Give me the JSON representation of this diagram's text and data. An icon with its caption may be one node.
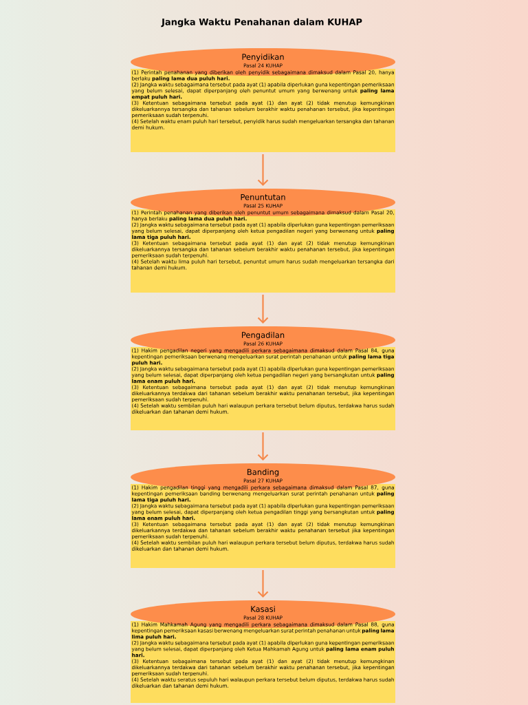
{
  "diagram": {
    "title": "Jangka Waktu Penahanan dalam KUHAP",
    "nodes": [
      {
        "text": [
          "Penyidikan",
          "Pasal 24 KUHAP",
          "(1) Perintah penahanan yang diberikan oleh penyidik sebagaimana dimaksud dalam Pasal 20, hanya berlaku **paling lama dua puluh hari.**",
          "(2) Jangka waktu sebagaimana tersebut pada ayat (1) apabila diperlukan guna kepentingan pemeriksaan yang belum selesai, dapat diperpanjang oleh penuntut umum yang berwenang untuk **paling lama empat puluh hari.**",
          "(3) Ketentuan sebagaimana tersebut pada ayat (1) dan ayat (2) tidak menutup kemungkinan dikeluarkannya tersangka dan tahanan sebelum berakhir waktu penahanan tersebut, jika kepentingan pemeriksaan sudah terpenuhi.",
          "(4) Setelah waktu enam puluh hari tersebut, penyidik harus sudah mengeluarkan tersangka dan tahanan demi hukum."
        ]
      },
      {
        "text": [
          "Penuntutan",
          "Pasal 25 KUHAP",
          "(1) Perintah penahanan yang diberikan oleh penuntut umum sebagaimana dimaksud dalam Pasal 20, hanya berlaku **paling lama dua puluh hari.**",
          "(2) Jangka waktu sebagaimana tersebut pada ayat (1) apabila diperlukan guna kepentingan pemeriksaan yang belum selesai, dapat diperpanjang oleh ketua pengadilan negeri yang berwenang untuk **paling lama tiga puluh hari.**",
          "(3) Ketentuan sebagaimana tersebut pada ayat (1) dan ayat (2) tidak menutup kemungkinan dikeluarkannya tersangka dan tahanan sebelum berakhir waktu penahanan tersebut, jika kepentingan pemeriksaan sudah terpenuhi.",
          "(4) Setelah waktu lima puluh hari tersebut, penuntut umum harus sudah mengeluarkan tersangka dari tahanan demi hukum."
        ]
      },
      {
        "text": [
          "Pengadilan",
          "Pasal 26 KUHAP",
          "(1) Hakim pengadilan negeri yang mengadili perkara sebagaimana dimaksud dalam Pasal 84, guna kepentingan pemeriksaan berwenang mengeluarkan surat perintah penahanan untuk **paling lama tiga puluh hari.**",
          "(2) Jangka waktu sebagaimana tersebut pada ayat (1) apabila diperlukan guna kepentingan pemeriksaan yang belum selesai, dapat diperpanjang oleh ketua pengadilan negeri yang bersangkutan untuk **paling lama enam puluh hari.**",
          "(3) Ketentuan sebagaimana tersebut pada ayat (1) dan ayat (2) tidak menutup kemungkinan dikeluarkannya terdakwa dari tahanan sebelum berakhir waktu penahanan tersebut, jika kepentingan pemeriksaan sudah terpenuhi.",
          "(4) Setelah waktu sembilan puluh hari walaupun perkara tersebut belum diputus, terdakwa harus sudah dikeluarkan dan tahanan demi hukum."
        ]
      },
      {
        "text": [
          "Banding",
          "Pasal 27 KUHAP",
          "(1) Hakim pengadilan tinggi yang mengadili perkara sebagaimana dimaksud dalam Pasal 87, guna kepentingan pemeriksaan banding berwenang mengeluarkan surat perintah penahanan untuk **paling lama tiga puluh hari.**",
          "(2) Jangka waktu sebagaimana tersebut pada ayat (1) apabila diperlukan guna kepentingan pemeriksaan yang belum selesai, dapat diperpanjang oleh ketua pengadilan tinggi yang bersangkutan untuk **paling lama enam puluh hari.**",
          "(3) Ketentuan sebagaimana tersebut pada ayat (1) dan ayat (2) tidak menutup kemungkinan dikeluarkannya terdakwa dan tahanan sebelum berakhir waktu penahanan tersebut jika kepentingan pemeriksaan sudah terpenuhi.",
          "(4) Setelah waktu sembilan puluh hari walaupun perkara tersebut belum diputus, terdakwa harus sudah dikeluarkan dan tahanan demi hukum."
        ]
      },
      {
        "text": [
          "Kasasi",
          "Pasal 28 KUHAP",
          "(1) Hakim Mahkamah Agung yang mengadili perkara sebagaimana dimaksud dalam Pasal 88, guna kepentingan pemeriksaan kasasi berwenang mengeluarkan surat perintah penahanan untuk **paling lama lima puluh hari.**",
          "(2) Jangka waktu sebagaimana tersebut pada ayat (1) apabila diperlukan guna kepentingan pemeriksaan yang belum selesai, dapat diperpanjang oleh Ketua Mahkamah Agung untuk **paling lama enam puluh hari.**",
          "(3) Ketentuan sebagaimana tersebut pada ayat (1) dan ayat (2) tidak menutup kemungkinan dikeluarkannya terdakwa dari tahanan sebelum berakhir waktu penahanan tersebut, jika kepentingan pemeriksaan sudah terpenuhi.",
          "(4) Setelah waktu seratus sepuluh hari walaupun perkara tersebut belum diputus, terdakwa harus sudah dikeluarkan dan tahanan demi hukum."
        ]
      }
    ],
    "edges": [
      {
        "from": 0,
        "to": 1,
        "arrow": "to"
      },
      {
        "from": 1,
        "to": 2,
        "arrow": "to"
      },
      {
        "from": 2,
        "to": 3,
        "arrow": "to"
      },
      {
        "from": 3,
        "to": 4,
        "arrow": "to"
      }
    ]
  }
}
